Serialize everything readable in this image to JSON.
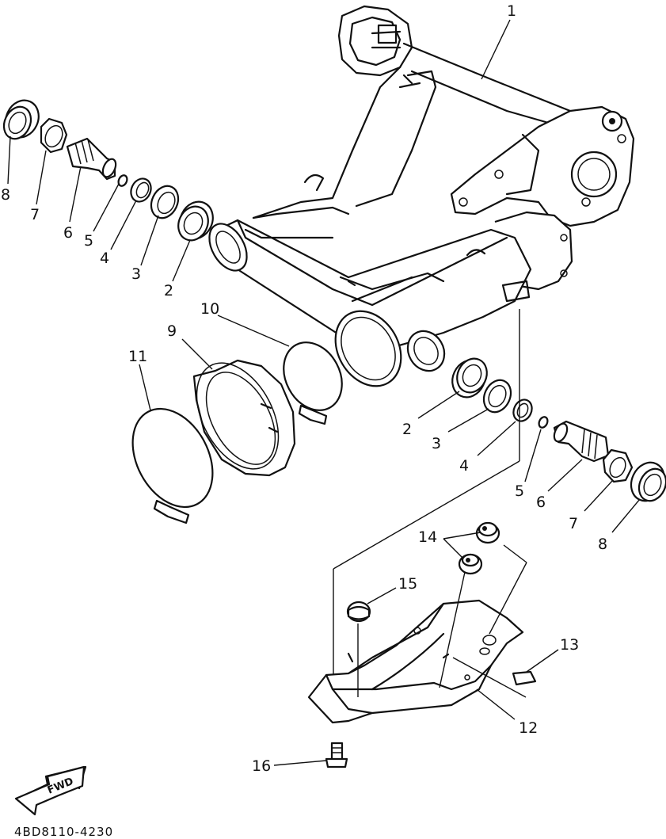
{
  "labels": {
    "p1": "1",
    "p2_left": "2",
    "p3_left": "3",
    "p4_left": "4",
    "p5_left": "5",
    "p6_left": "6",
    "p7_left": "7",
    "p8_left": "8",
    "p2_right": "2",
    "p3_right": "3",
    "p4_right": "4",
    "p5_right": "5",
    "p6_right": "6",
    "p7_right": "7",
    "p8_right": "8",
    "p9": "9",
    "p10": "10",
    "p11": "11",
    "p12": "12",
    "p13": "13",
    "p14": "14",
    "p15": "15",
    "p16": "16"
  },
  "direction_marker": "FWD",
  "drawing_code": "4BD8110-4230",
  "icons": {
    "fwd_arrow": "fwd-arrow-icon"
  }
}
